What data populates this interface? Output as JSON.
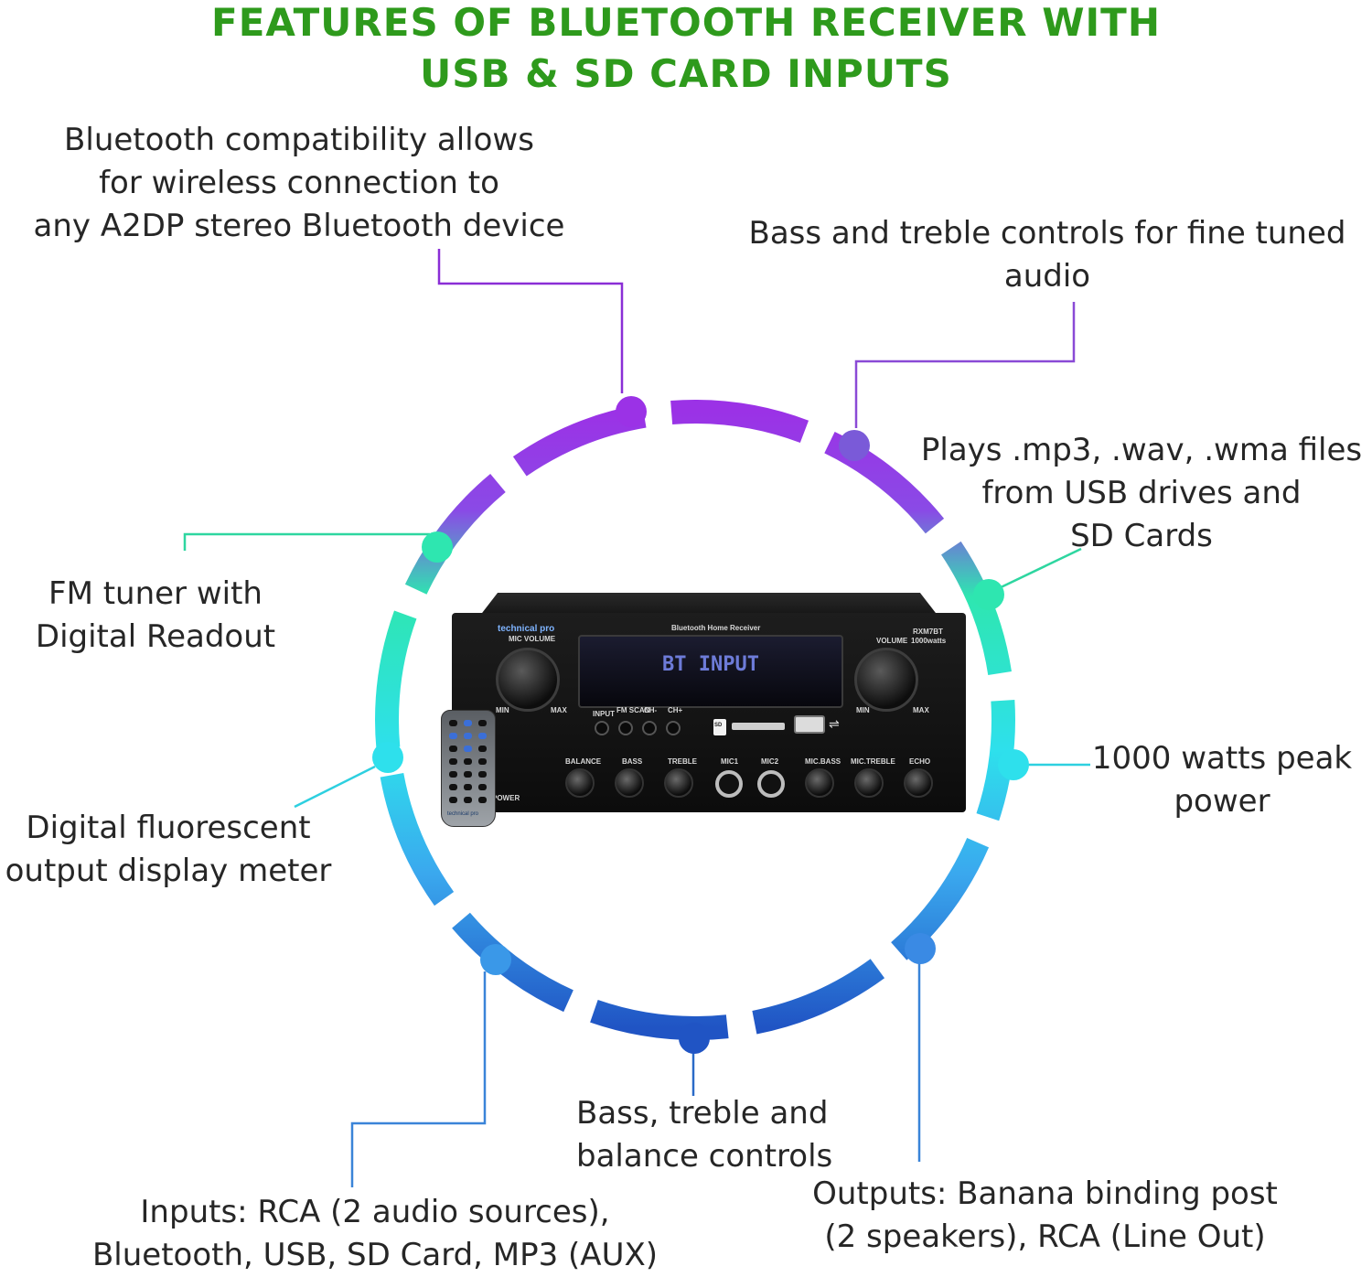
{
  "title": {
    "line1": "FEATURES OF  BLUETOOTH RECEIVER WITH",
    "line2": "USB & SD CARD INPUTS"
  },
  "features": {
    "bluetooth": [
      "Bluetooth compatibility allows",
      "for wireless connection to",
      "any A2DP stereo Bluetooth device"
    ],
    "bass_treble": [
      "Bass and treble controls for fine tuned",
      "audio"
    ],
    "plays": [
      "Plays .mp3, .wav, .wma files",
      "from USB drives and",
      "SD Cards"
    ],
    "fm": [
      "FM tuner with",
      "Digital Readout"
    ],
    "watts": [
      "1000 watts peak",
      "power"
    ],
    "display": [
      "Digital fluorescent",
      "output display meter"
    ],
    "bass_treble_balance": [
      "Bass, treble and",
      "balance controls"
    ],
    "inputs": [
      "Inputs: RCA (2 audio sources),",
      "Bluetooth, USB, SD Card, MP3 (AUX)"
    ],
    "outputs": [
      "Outputs: Banana binding post",
      "(2 speakers), RCA (Line Out)"
    ]
  },
  "device": {
    "brand": "technical pro",
    "header": "Bluetooth Home Receiver",
    "model": "RXM7BT",
    "watts": "1000watts",
    "mic_volume": "MIC VOLUME",
    "volume": "VOLUME",
    "display_text": "BT INPUT",
    "min": "MIN",
    "max": "MAX",
    "buttons": [
      "INPUT",
      "FM SCAN",
      "CH-",
      "CH+"
    ],
    "sd": "SD",
    "controls": [
      "BALANCE",
      "BASS",
      "TREBLE",
      "MIC1",
      "MIC2",
      "MIC.BASS",
      "MIC.TREBLE",
      "ECHO"
    ],
    "power": "POWER"
  },
  "colors": {
    "title": "#2e9a1c",
    "ring_top": "#9b32e6",
    "ring_mid": "#2ee6b0",
    "ring_bottom": "#2054c4"
  }
}
